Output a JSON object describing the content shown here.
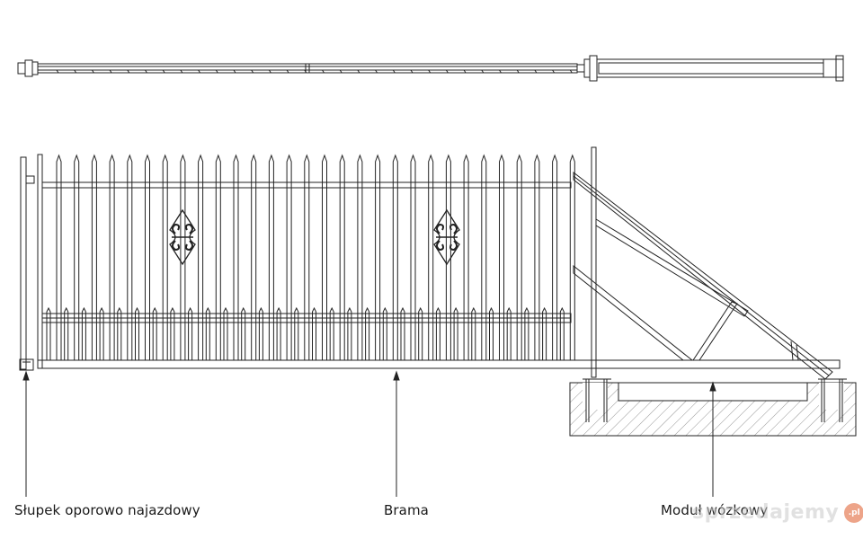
{
  "labels": {
    "post": "Słupek oporowo najazdowy",
    "gate": "Brama",
    "module": "Moduł wózkowy"
  },
  "watermark": {
    "text": "sprzedajemy",
    "badge": ".pl"
  }
}
